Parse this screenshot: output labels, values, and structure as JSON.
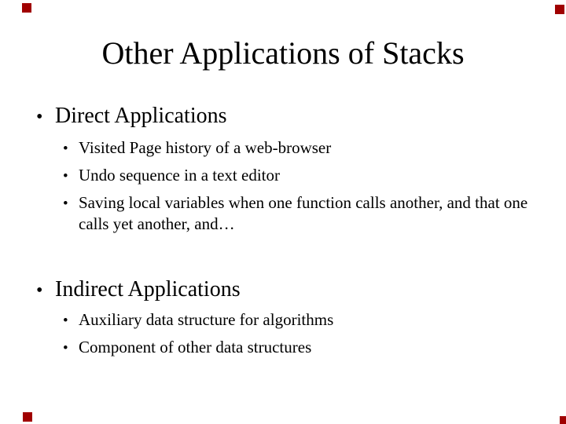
{
  "slide": {
    "title": "Other Applications of Stacks",
    "bullet_glyph": "•",
    "sections": [
      {
        "heading": "Direct Applications",
        "items": [
          "Visited Page history of a web-browser",
          "Undo sequence in a text editor",
          "Saving local variables when one function calls another, and that one calls yet another, and…"
        ]
      },
      {
        "heading": "Indirect Applications",
        "items": [
          "Auxiliary data structure for algorithms",
          "Component of other data structures"
        ]
      }
    ],
    "colors": {
      "background": "#ffffff",
      "text": "#000000",
      "corner_marker": "#a00000"
    }
  }
}
